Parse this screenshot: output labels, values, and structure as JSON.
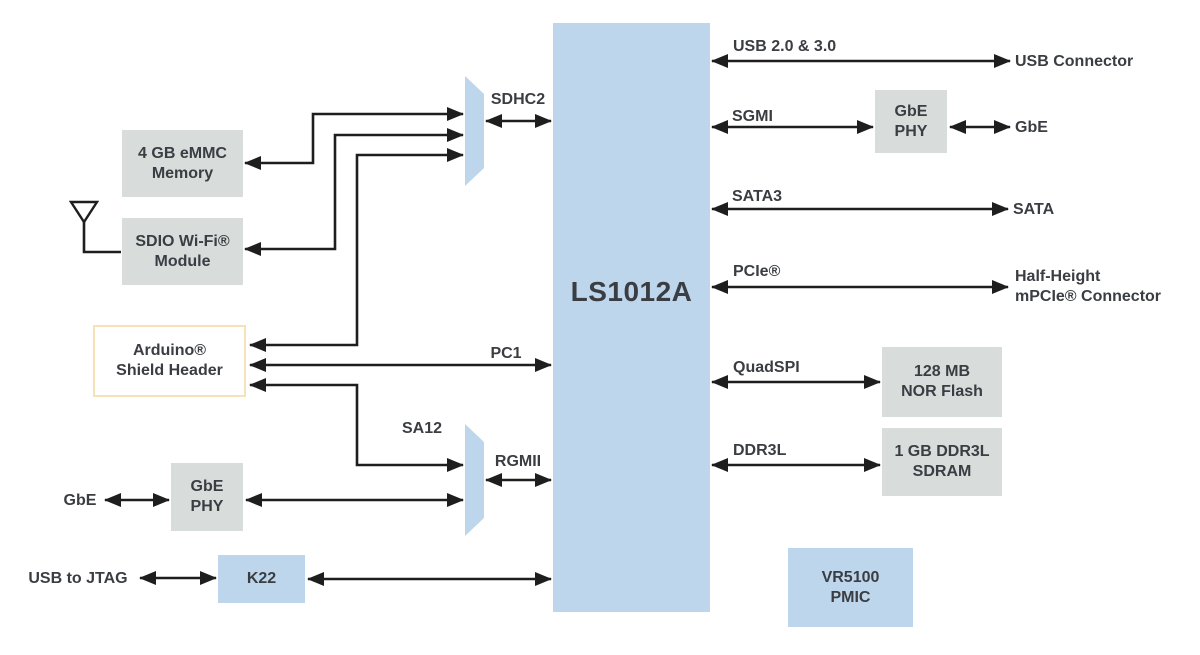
{
  "colors": {
    "bg": "#ffffff",
    "blue": "#bdd6ec",
    "gray": "#d8dcdb",
    "arduino_border": "#f7e2b8",
    "line": "#1e1e1e",
    "text": "#3a3d42"
  },
  "soc": {
    "label": "LS1012A"
  },
  "left": {
    "emmc_label": "4 GB eMMC\nMemory",
    "sdio_label": "SDIO Wi-Fi®\nModule",
    "arduino_label": "Arduino®\nShield Header",
    "gbe_phy_label": "GbE\nPHY",
    "gbe_label": "GbE",
    "k22_label": "K22",
    "usb_jtag_label": "USB to JTAG",
    "sdhc2_label": "SDHC2",
    "sa12_label": "SA12",
    "rgmii_label": "RGMII",
    "pc1_label": "PC1"
  },
  "right": {
    "usb_bus_label": "USB 2.0 & 3.0",
    "usb_endpoint_label": "USB Connector",
    "sgmi_label": "SGMI",
    "gbe_phy_label": "GbE\nPHY",
    "gbe_label": "GbE",
    "sata_bus_label": "SATA3",
    "sata_endpoint_label": "SATA",
    "pcie_bus_label": "PCIe®",
    "mpcie_endpoint_label": "Half-Height\nmPCIe® Connector",
    "quadspi_label": "QuadSPI",
    "nor_flash_label": "128 MB\nNOR Flash",
    "ddr3l_label": "DDR3L",
    "sdram_label": "1 GB DDR3L\nSDRAM",
    "pmic_label": "VR5100\nPMIC"
  }
}
